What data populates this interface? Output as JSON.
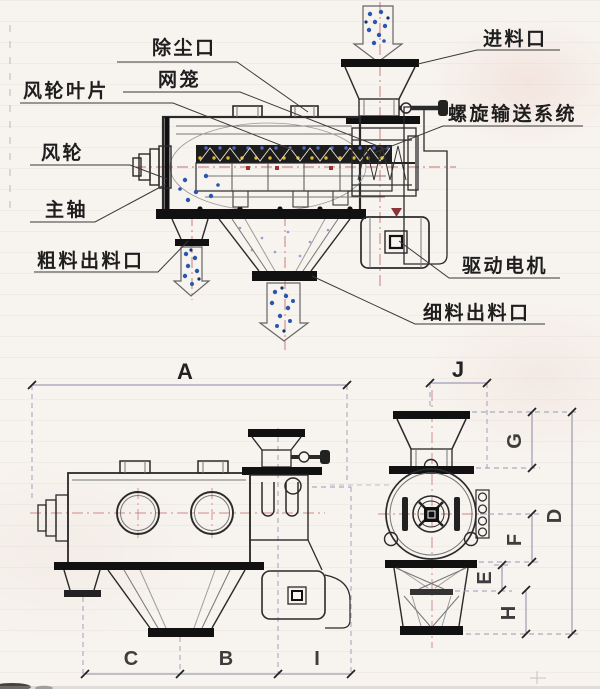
{
  "colors": {
    "background": "#f7f3ee",
    "line": "#2a2a2a",
    "dimension_line": "#8888a8",
    "centerline_red": "#c47070",
    "material_dot_blue": "#2b56b0",
    "speck_yellow": "#d8b830"
  },
  "section_view": {
    "callouts": {
      "dust_port": "除尘口",
      "mesh_cage": "网笼",
      "impeller_blades": "风轮叶片",
      "feed_inlet": "进料口",
      "impeller": "风轮",
      "screw_conveyor_system": "螺旋输送系统",
      "main_shaft": "主轴",
      "coarse_material_outlet": "粗料出料口",
      "drive_motor": "驱动电机",
      "fine_material_outlet": "细料出料口"
    }
  },
  "dimensions": {
    "a": "A",
    "b": "B",
    "c": "C",
    "d": "D",
    "e": "E",
    "f": "F",
    "g": "G",
    "h": "H",
    "i": "I",
    "j": "J"
  }
}
